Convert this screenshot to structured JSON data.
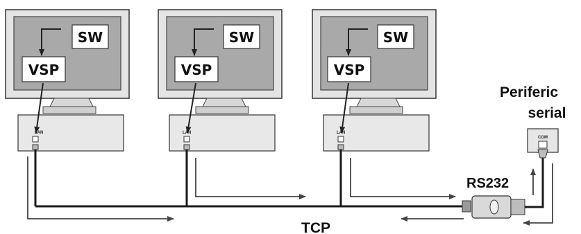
{
  "stations": [
    {
      "sw": "SW",
      "vsp": "VSP",
      "port": "LAN"
    },
    {
      "sw": "SW",
      "vsp": "VSP",
      "port": "LAN"
    },
    {
      "sw": "SW",
      "vsp": "VSP",
      "port": "LAN"
    }
  ],
  "peripheral": {
    "title_line1": "Periferic",
    "title_line2": "serial",
    "port": "COM"
  },
  "converter_label": "RS232",
  "network_label": "TCP",
  "colors": {
    "screen": "#a9a9a9",
    "monitor_frame": "#e4e4e4",
    "outline": "#333333",
    "cable": "#1a1a1a",
    "arrow": "#444444"
  }
}
